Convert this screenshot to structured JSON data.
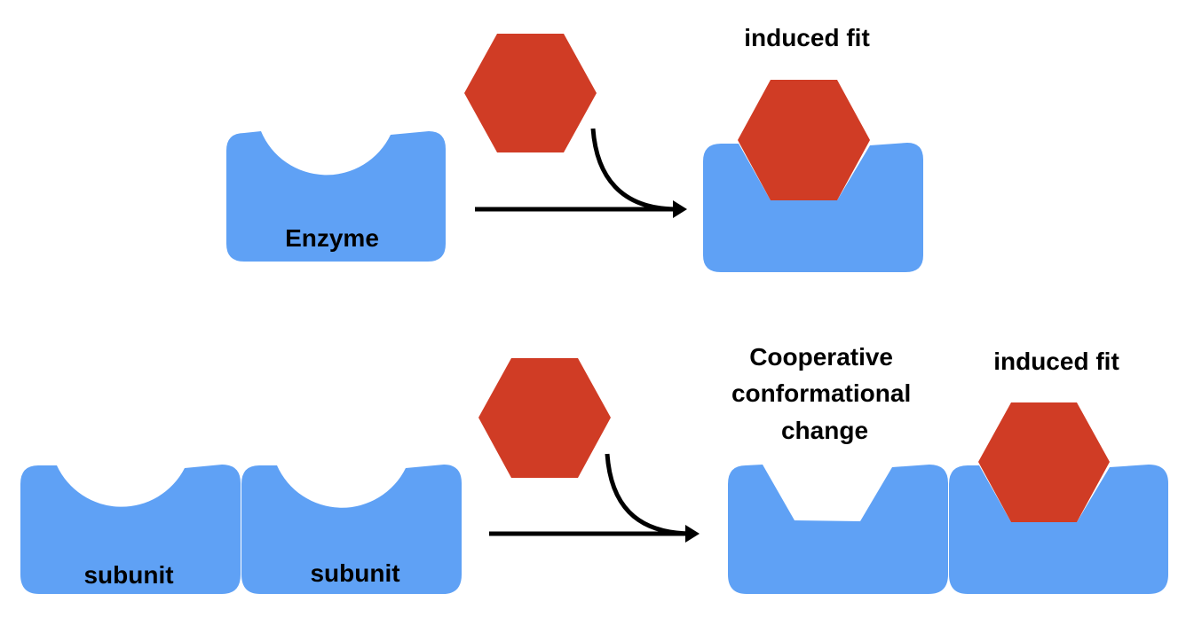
{
  "colors": {
    "enzyme": "#5fa1f5",
    "substrate": "#d03c25",
    "arrow": "#000000",
    "background": "#ffffff"
  },
  "top_row": {
    "enzyme_label": "Enzyme",
    "result_label": "induced fit"
  },
  "bottom_row": {
    "subunit_left_label": "subunit",
    "subunit_right_label": "subunit",
    "cooperative_label_lines": [
      "Cooperative",
      "conformational",
      "change"
    ],
    "result_label": "induced fit"
  }
}
